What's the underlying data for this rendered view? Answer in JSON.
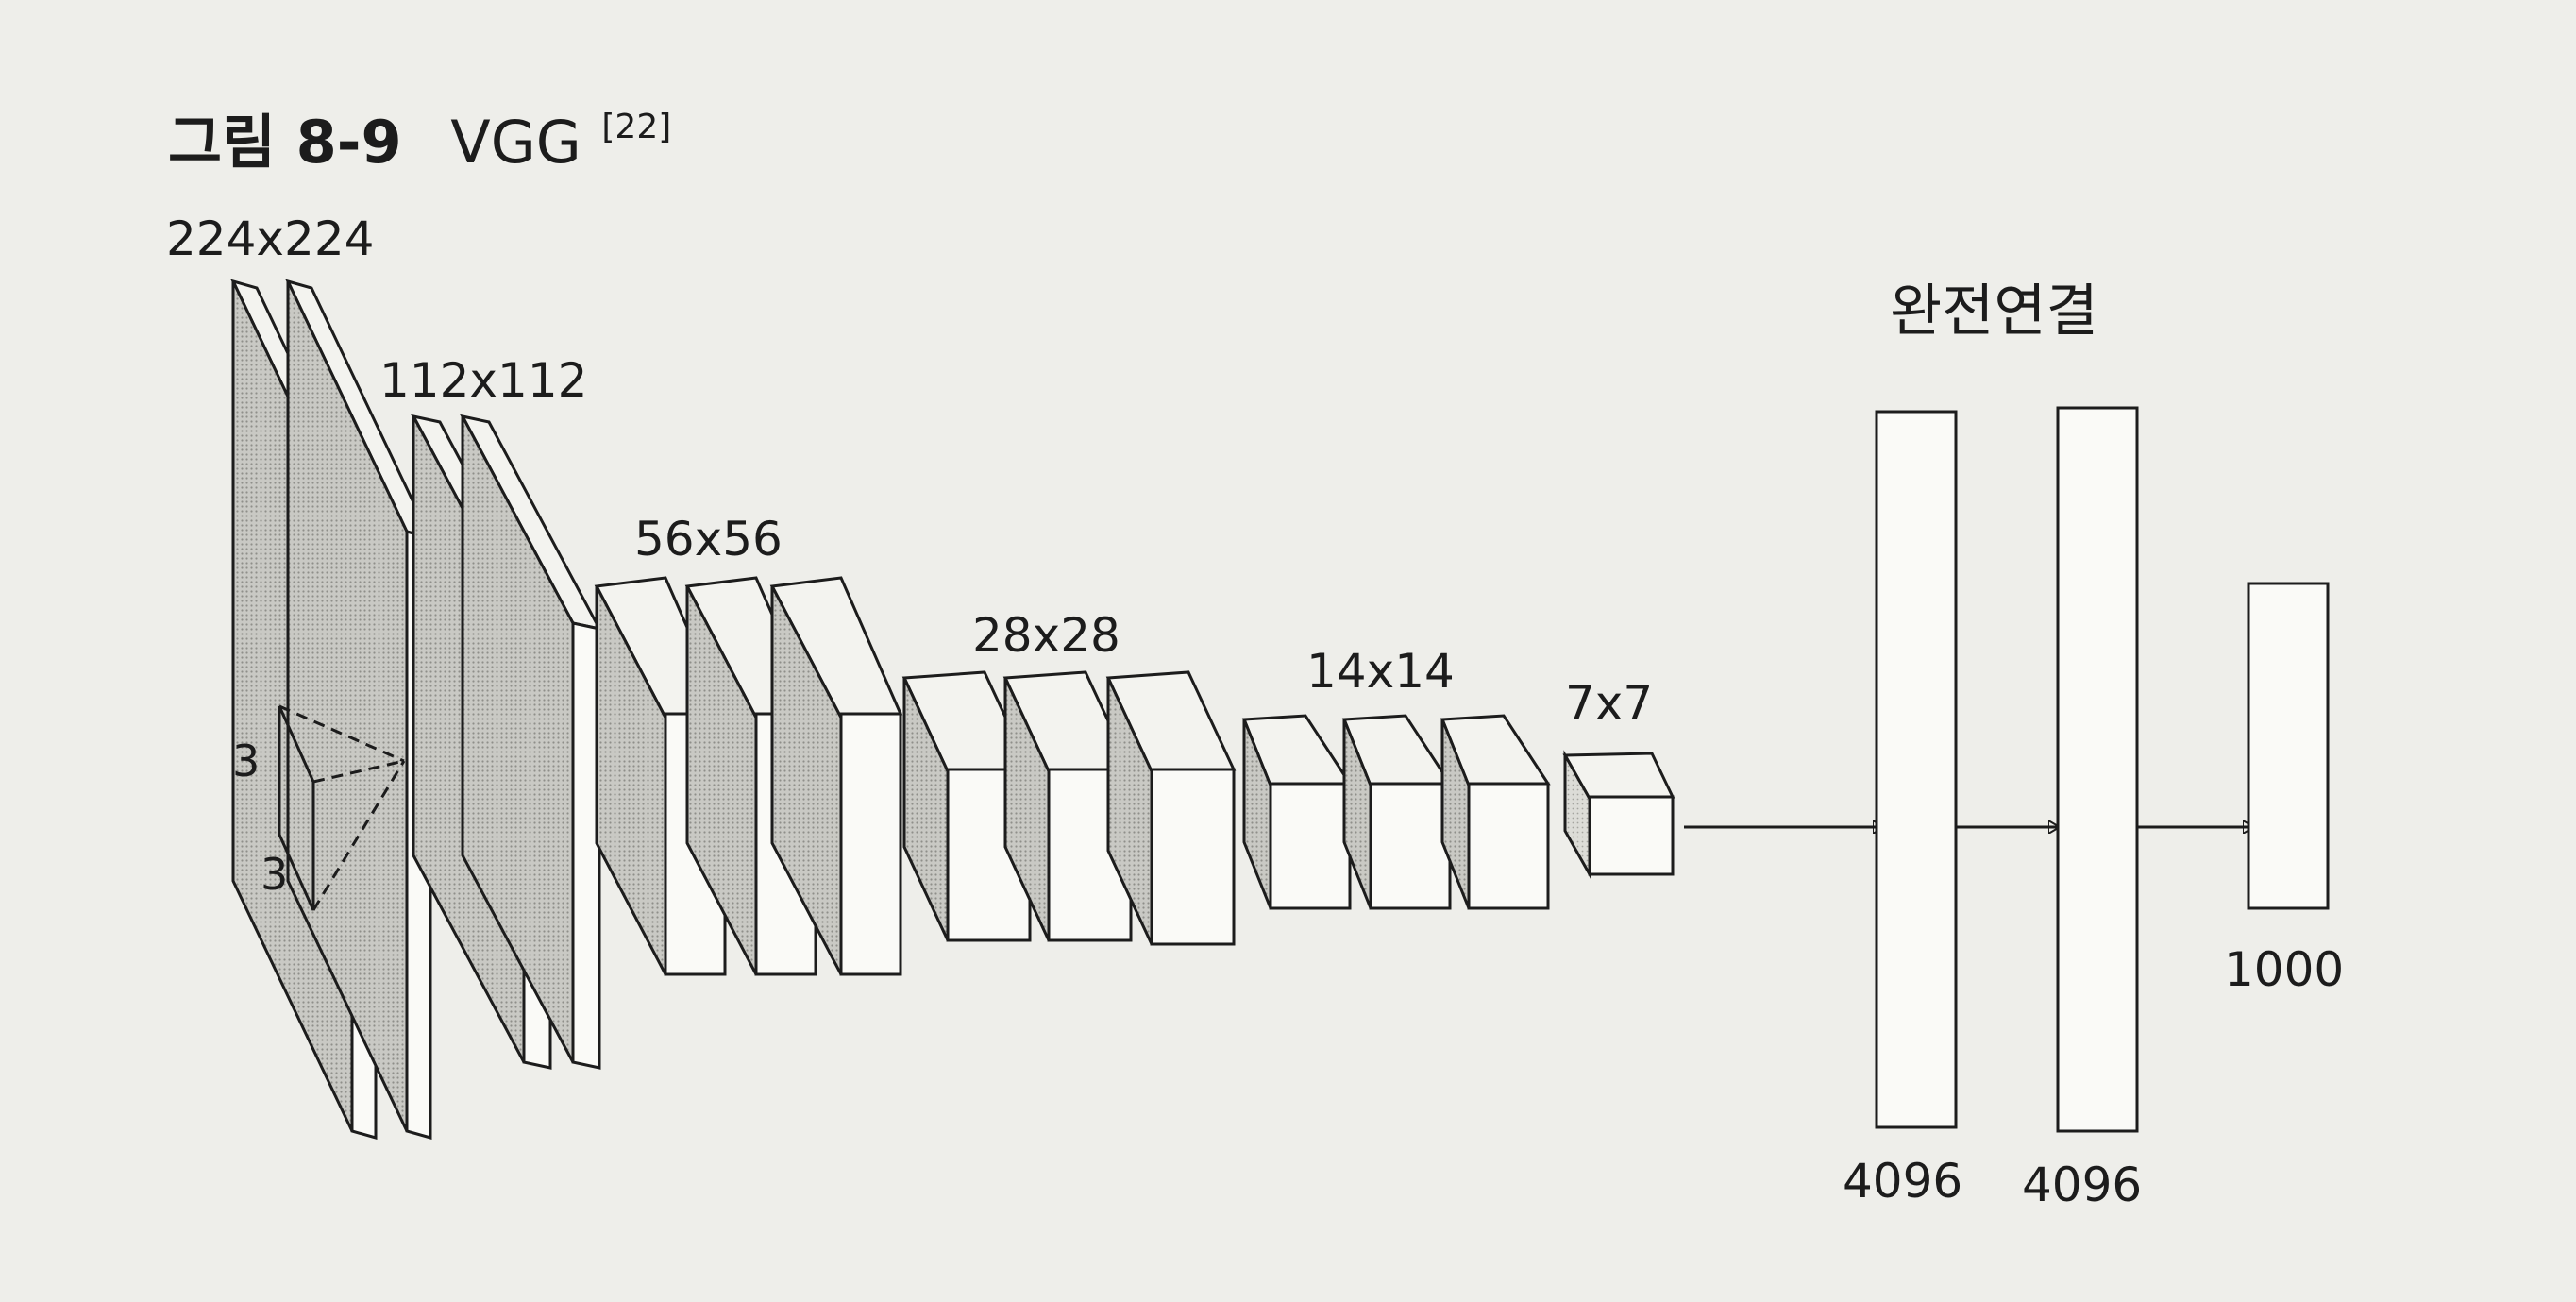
{
  "figure": {
    "title_prefix": "그림 8-9",
    "title_name": "VGG",
    "title_ref": "[22]"
  },
  "conv_stages": [
    {
      "size_label": "224x224",
      "layers": 2
    },
    {
      "size_label": "112x112",
      "layers": 2
    },
    {
      "size_label": "56x56",
      "layers": 3
    },
    {
      "size_label": "28x28",
      "layers": 3
    },
    {
      "size_label": "14x14",
      "layers": 3
    },
    {
      "size_label": "7x7",
      "layers": 1
    }
  ],
  "kernel": {
    "height_label": "3",
    "width_label": "3"
  },
  "fully_connected": {
    "header": "완전연결",
    "layers": [
      {
        "size_label": "4096"
      },
      {
        "size_label": "4096"
      },
      {
        "size_label": "1000"
      }
    ]
  },
  "colors": {
    "background": "#eeeeea",
    "ink": "#1c1c1c",
    "front_face": "#fafaf7",
    "shaded_face": "#bdbdb8"
  }
}
